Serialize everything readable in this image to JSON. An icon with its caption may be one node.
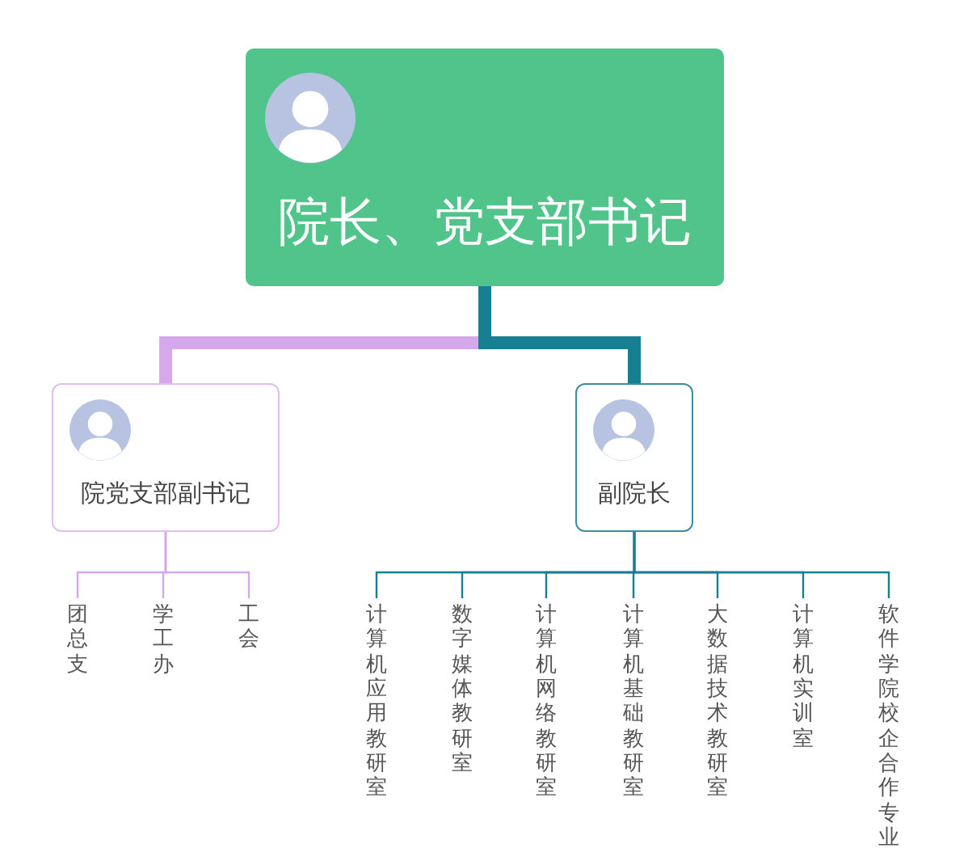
{
  "diagram": {
    "nodes": [
      {
        "text": [
          "院长、党支部书记"
        ]
      },
      {
        "text": [
          "院党支部副书记"
        ]
      },
      {
        "text": [
          "副院长"
        ]
      },
      {
        "text": [
          "团总支"
        ]
      },
      {
        "text": [
          "学工办"
        ]
      },
      {
        "text": [
          "工会"
        ]
      },
      {
        "text": [
          "计算机应用教研室"
        ]
      },
      {
        "text": [
          "数字媒体教研室"
        ]
      },
      {
        "text": [
          "计算机网络教研室"
        ]
      },
      {
        "text": [
          "计算机基础教研室"
        ]
      },
      {
        "text": [
          "大数据技术教研室"
        ]
      },
      {
        "text": [
          "计算机实训室"
        ]
      },
      {
        "text": [
          "软件学院校企合作专业"
        ]
      }
    ],
    "edges": [
      {
        "from": 0,
        "to": 1,
        "arrow": "none",
        "style": "thick",
        "color": "#d4a8ea"
      },
      {
        "from": 0,
        "to": 2,
        "arrow": "none",
        "style": "thick"
      },
      {
        "from": 1,
        "to": 3,
        "arrow": "none",
        "color": "#d4a8ea"
      },
      {
        "from": 1,
        "to": 4,
        "arrow": "none",
        "color": "#d4a8ea"
      },
      {
        "from": 1,
        "to": 5,
        "arrow": "none",
        "color": "#d4a8ea"
      },
      {
        "from": 2,
        "to": 6,
        "arrow": "none"
      },
      {
        "from": 2,
        "to": 7,
        "arrow": "none"
      },
      {
        "from": 2,
        "to": 8,
        "arrow": "none"
      },
      {
        "from": 2,
        "to": 9,
        "arrow": "none"
      },
      {
        "from": 2,
        "to": 10,
        "arrow": "none"
      },
      {
        "from": 2,
        "to": 11,
        "arrow": "none"
      },
      {
        "from": 2,
        "to": 12,
        "arrow": "none"
      }
    ]
  }
}
